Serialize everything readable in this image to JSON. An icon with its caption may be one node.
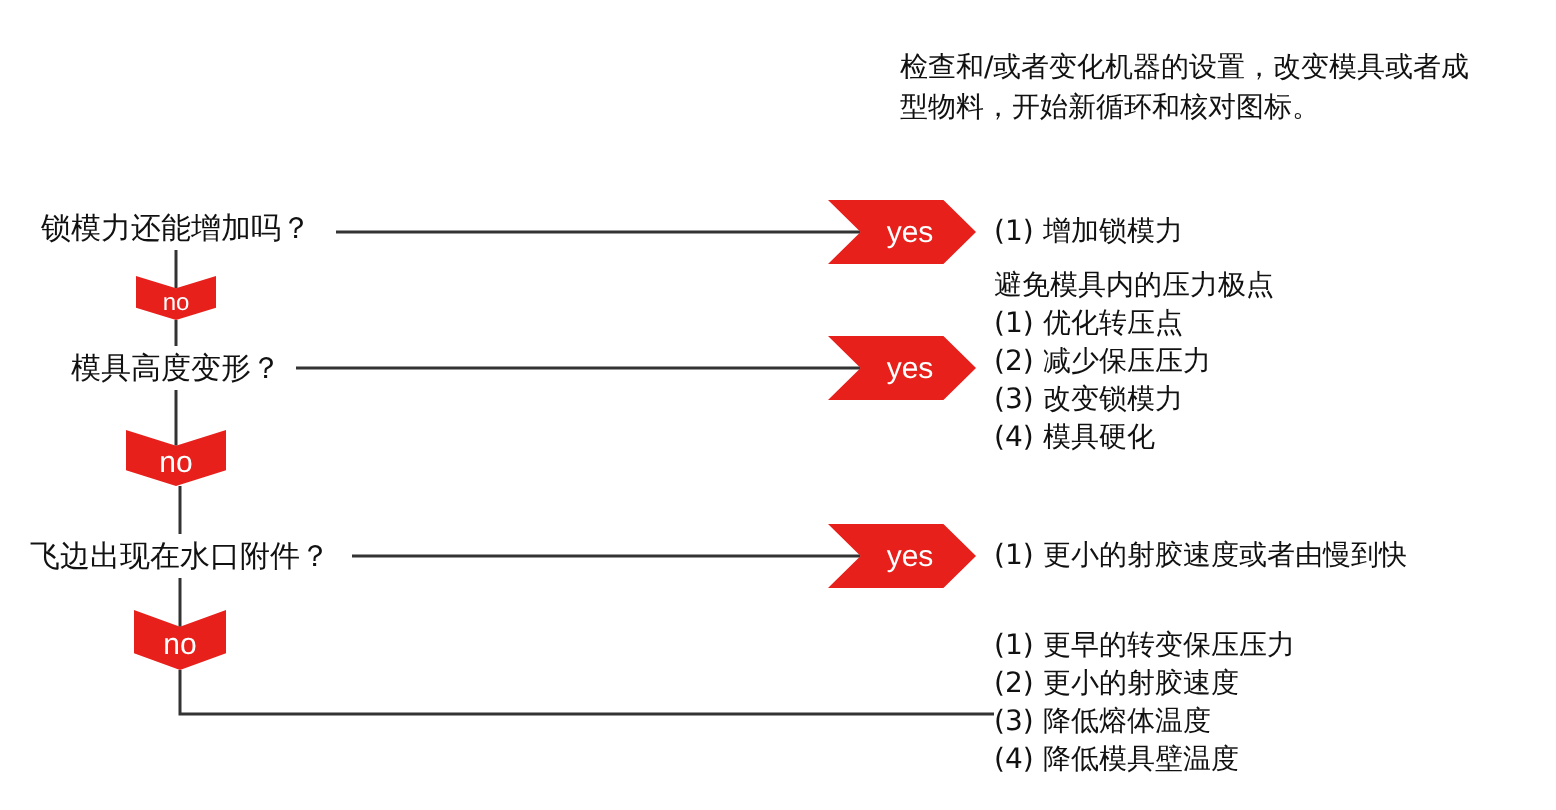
{
  "diagram": {
    "nodes": [
      {
        "text": [
          "锁模力还能增加吗？"
        ]
      },
      {
        "text": [
          "no"
        ]
      },
      {
        "text": [
          "模具高度变形？"
        ]
      },
      {
        "text": [
          "no"
        ]
      },
      {
        "text": [
          "飞边出现在水口附件？"
        ]
      },
      {
        "text": [
          "no"
        ]
      },
      {
        "text": [
          "yes"
        ]
      },
      {
        "text": [
          "yes"
        ]
      },
      {
        "text": [
          "yes"
        ]
      },
      {
        "text": [
          "(1) 增加锁模力"
        ]
      },
      {
        "text": [
          "避免模具内的压力极点",
          "(1) 优化转压点",
          "(2) 减少保压压力",
          "(3) 改变锁模力",
          "(4) 模具硬化"
        ]
      },
      {
        "text": [
          "(1) 更小的射胶速度或者由慢到快"
        ]
      },
      {
        "text": [
          "(1) 更早的转变保压压力",
          "(2) 更小的射胶速度",
          "(3) 降低熔体温度",
          "(4) 降低模具壁温度"
        ]
      }
    ],
    "edges": [
      {
        "from": 0,
        "to": 1,
        "arrow": "none"
      },
      {
        "from": 1,
        "to": 2,
        "arrow": "none"
      },
      {
        "from": 2,
        "to": 3,
        "arrow": "none"
      },
      {
        "from": 3,
        "to": 4,
        "arrow": "none"
      },
      {
        "from": 4,
        "to": 5,
        "arrow": "none"
      },
      {
        "from": 5,
        "to": 12,
        "arrow": "none"
      },
      {
        "from": 0,
        "to": 6,
        "arrow": "none"
      },
      {
        "from": 2,
        "to": 7,
        "arrow": "none"
      },
      {
        "from": 4,
        "to": 8,
        "arrow": "none"
      }
    ],
    "labels": [
      "检查和/或者变化机器的设置，改变模具或者成型物料，开始新循环和核对图标。"
    ]
  }
}
